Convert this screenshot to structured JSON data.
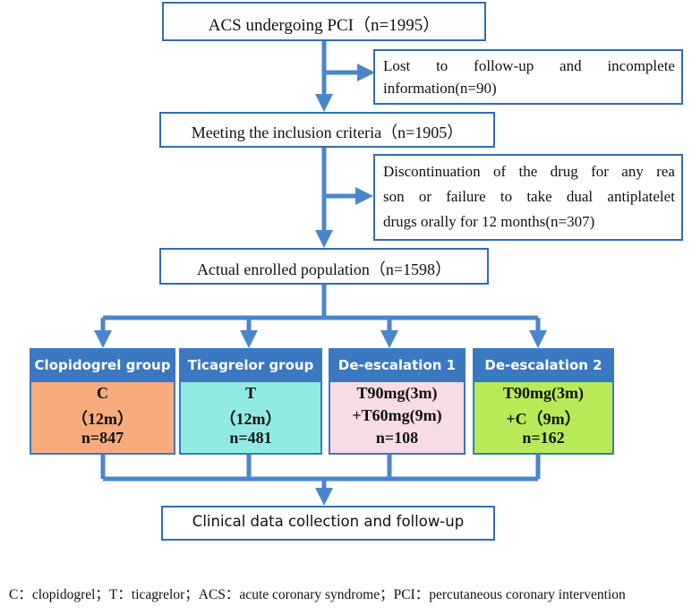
{
  "flow": {
    "step1": "ACS undergoing PCI（n=1995）",
    "excl1": {
      "line1_words": [
        "Lost",
        "to",
        "follow-up",
        "and",
        "incomplete"
      ],
      "line2": "information(n=90)"
    },
    "step2": "Meeting the inclusion criteria（n=1905）",
    "excl2": {
      "line1_words": [
        "Discontinuation",
        "of",
        "the",
        "drug",
        "for",
        "any",
        "rea"
      ],
      "line2_words": [
        "son",
        "or",
        "failure",
        "to",
        "take",
        "dual",
        "antiplatelet"
      ],
      "line3": "drugs orally for 12 months(n=307)"
    },
    "step3": "Actual enrolled population（n=1598）",
    "groups": [
      {
        "title": "Clopidogrel group",
        "line1": "C",
        "line2": "（12m）",
        "line3": "n=847",
        "color": "#f7ab7c"
      },
      {
        "title": "Ticagrelor group",
        "line1": "T",
        "line2": "（12m）",
        "line3": "n=481",
        "color": "#92ebe2"
      },
      {
        "title": "De-escalation 1",
        "line1": "T90mg(3m)",
        "line2": "+T60mg(9m)",
        "line3": "n=108",
        "color": "#f7dbe6"
      },
      {
        "title": "De-escalation 2",
        "line1": "T90mg(3m)",
        "line2": "+C（9m）",
        "line3": "n=162",
        "color": "#b8ea58"
      }
    ],
    "final": "Clinical data collection and follow-up"
  },
  "footnote": "C：clopidogrel；T：ticagrelor；ACS：acute coronary syndrome；PCI：percutaneous coronary intervention",
  "colors": {
    "border": "#2f6db5",
    "arrow": "#4a86cc",
    "header": "#3a78c2"
  }
}
